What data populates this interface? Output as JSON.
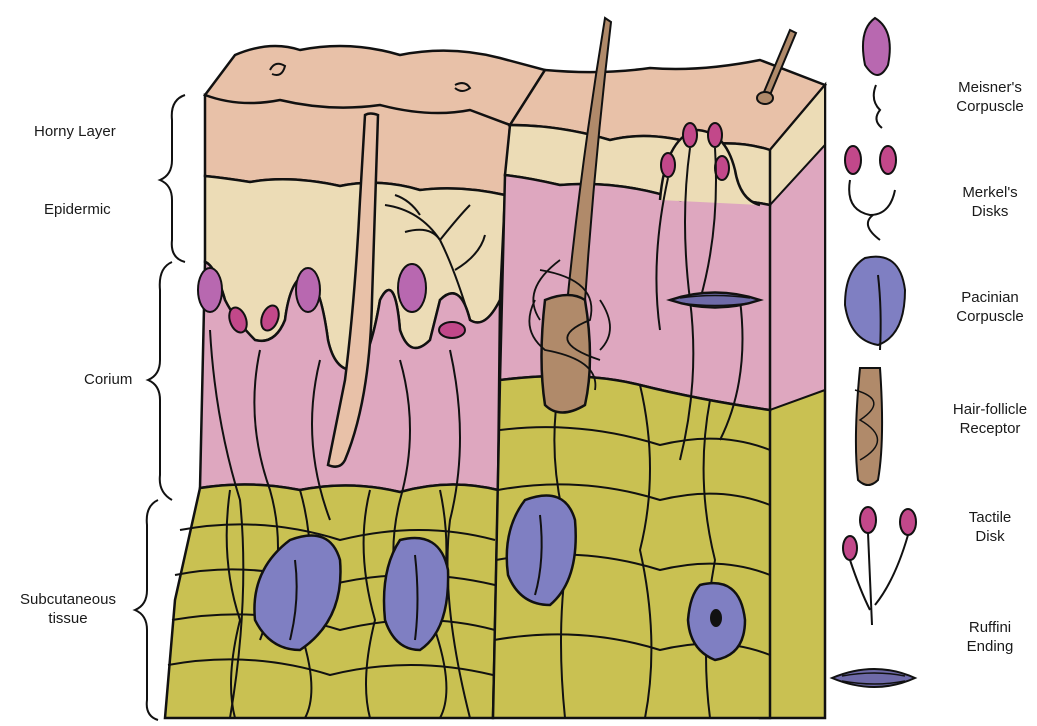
{
  "layers": {
    "horny_layer": "Horny Layer",
    "epidermic": "Epidermic",
    "corium": "Corium",
    "subcutaneous_line1": "Subcutaneous",
    "subcutaneous_line2": "tissue"
  },
  "receptors": {
    "meisner_line1": "Meisner's",
    "meisner_line2": "Corpuscle",
    "merkel_line1": "Merkel's",
    "merkel_line2": "Disks",
    "pacinian_line1": "Pacinian",
    "pacinian_line2": "Corpuscle",
    "hair_line1": "Hair-follicle",
    "hair_line2": "Receptor",
    "tactile_line1": "Tactile",
    "tactile_line2": "Disk",
    "ruffini_line1": "Ruffini",
    "ruffini_line2": "Ending"
  },
  "colors": {
    "horny": "#e8c1a8",
    "epidermis": "#ecdcb6",
    "corium": "#dea7bf",
    "subcutaneous": "#c9c152",
    "pacinian": "#7f7fc2",
    "meissner": "#b868b0",
    "merkel": "#c2488a",
    "hair": "#b08a6a",
    "outline": "#111111"
  }
}
